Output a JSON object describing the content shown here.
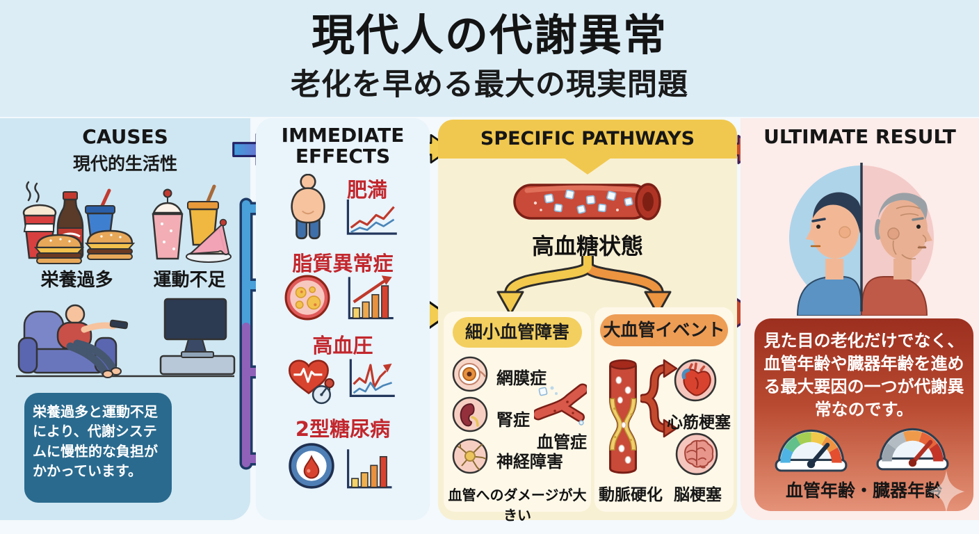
{
  "title": {
    "main": "現代人の代謝異常",
    "subtitle": "老化を早める最大の現実問題"
  },
  "columns": {
    "causes": {
      "header": "CAUSES",
      "subheader": "現代的生活性",
      "overeating_label": "栄養過多",
      "inactivity_label": "運動不足",
      "note": "栄養過多と運動不足により、代謝システムに慢性的な負担がかかっています。"
    },
    "immediate_effects": {
      "header": "IMMEDIATE EFFECTS",
      "items": [
        {
          "label": "肥満"
        },
        {
          "label": "脂質異常症"
        },
        {
          "label": "高血圧"
        },
        {
          "label": "2型糖尿病"
        }
      ]
    },
    "specific_pathways": {
      "header": "SPECIFIC PATHWAYS",
      "hyperglycemia_label": "高血糖状態",
      "microvascular": {
        "title": "細小血管障害",
        "retinopathy": "網膜症",
        "nephropathy": "腎症",
        "angiopathy": "血管症",
        "neuropathy": "神経障害",
        "note": "血管へのダメージが大きい"
      },
      "macrovascular": {
        "title": "大血管イベント",
        "atherosclerosis": "動脈硬化",
        "heart_attack": "心筋梗塞",
        "stroke": "脳梗塞"
      }
    },
    "ultimate_result": {
      "header": "ULTIMATE RESULT",
      "note": "見た目の老化だけでなく、血管年齢や臓器年齢を進める最大要因の一つが代謝異常なのです。",
      "gauge_label": "血管年齢・臓器年齢"
    }
  },
  "icon_names": [
    "junk-food-icon",
    "sweets-icon",
    "couch-tv-icon",
    "obese-person-icon",
    "weight-trend-chart-icon",
    "lipid-dish-icon",
    "lipid-bar-chart-icon",
    "heart-bp-icon",
    "bp-trend-chart-icon",
    "blood-drop-icon",
    "glucose-bar-chart-icon",
    "blood-vessel-sugar-icon",
    "eye-icon",
    "kidney-icon",
    "vessel-branch-icon",
    "neuron-icon",
    "narrowed-artery-icon",
    "heart-organ-icon",
    "brain-icon",
    "young-old-face-icon",
    "vascular-age-gauge-icon",
    "organ-age-gauge-icon",
    "sparkle-icon"
  ],
  "colors": {
    "title_text": "#141414",
    "effect_label_red": "#c2272d",
    "causes_bg": "#cfe7f2",
    "effects_bg": "#e9f4fb",
    "pathways_bg": "#f8f0d3",
    "pathways_header_bg": "#f1c84f",
    "result_bg": "#fcecea",
    "note_blue_bg": "#2a6a8e",
    "note_red_gradient_top": "#9c2f1f",
    "note_red_gradient_bottom": "#e49279",
    "micro_pill_bg": "#f3cf5f",
    "macro_pill_bg": "#ee9d55",
    "arrow_blue": "#3fa0dc",
    "arrow_purple": "#8a4fc8",
    "arrow_yellow": "#f2c94c",
    "arrow_orange": "#ed9440",
    "arrow_red": "#c44a2e"
  }
}
